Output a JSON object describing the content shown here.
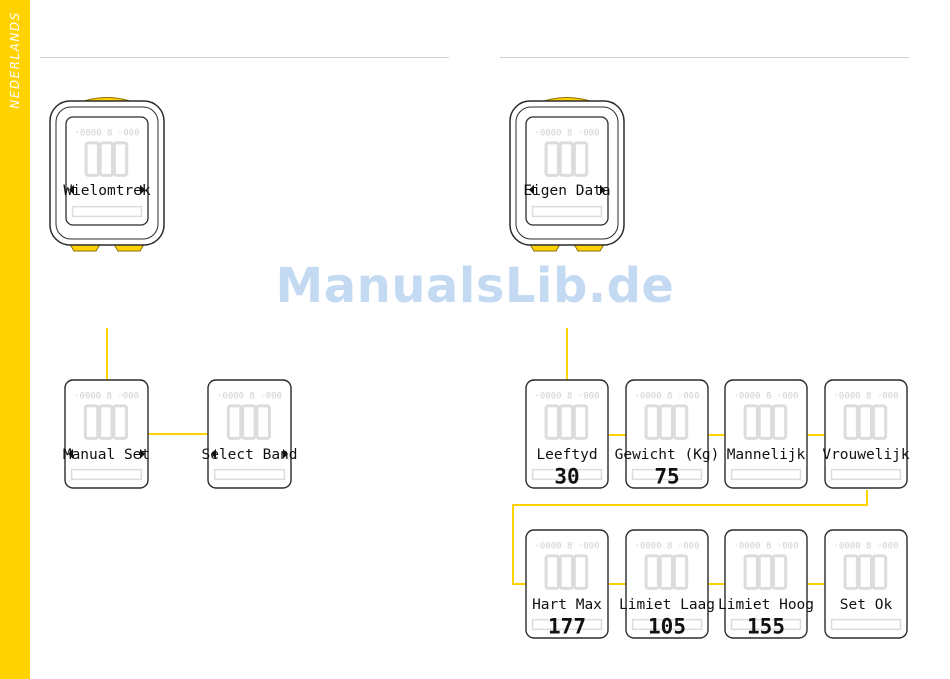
{
  "side_label": "NEDERLANDS",
  "watermark": "ManualsLib.de",
  "colors": {
    "accent": "#ffd200",
    "outline": "#2b2b2b",
    "ghost": "#dcdcdc",
    "text": "#111111"
  },
  "devices": {
    "left": {
      "screen_text": "Wielomtrek",
      "arrows": true
    },
    "right": {
      "screen_text": "Eigen Data",
      "arrows": true
    }
  },
  "left_flow": [
    {
      "label": "Manual Set",
      "arrows": true
    },
    {
      "label": "Select Band",
      "arrows": true
    }
  ],
  "right_flow_row1": [
    {
      "label": "Leeftyd",
      "value": "30"
    },
    {
      "label": "Gewicht (Kg)",
      "value": "75"
    },
    {
      "label": "Mannelijk",
      "value": ""
    },
    {
      "label": "Vrouwelijk",
      "value": ""
    }
  ],
  "right_flow_row2": [
    {
      "label": "Hart Max",
      "value": "177"
    },
    {
      "label": "Limiet Laag",
      "value": "105"
    },
    {
      "label": "Limiet Hoog",
      "value": "155"
    },
    {
      "label": "Set Ok",
      "value": ""
    }
  ]
}
